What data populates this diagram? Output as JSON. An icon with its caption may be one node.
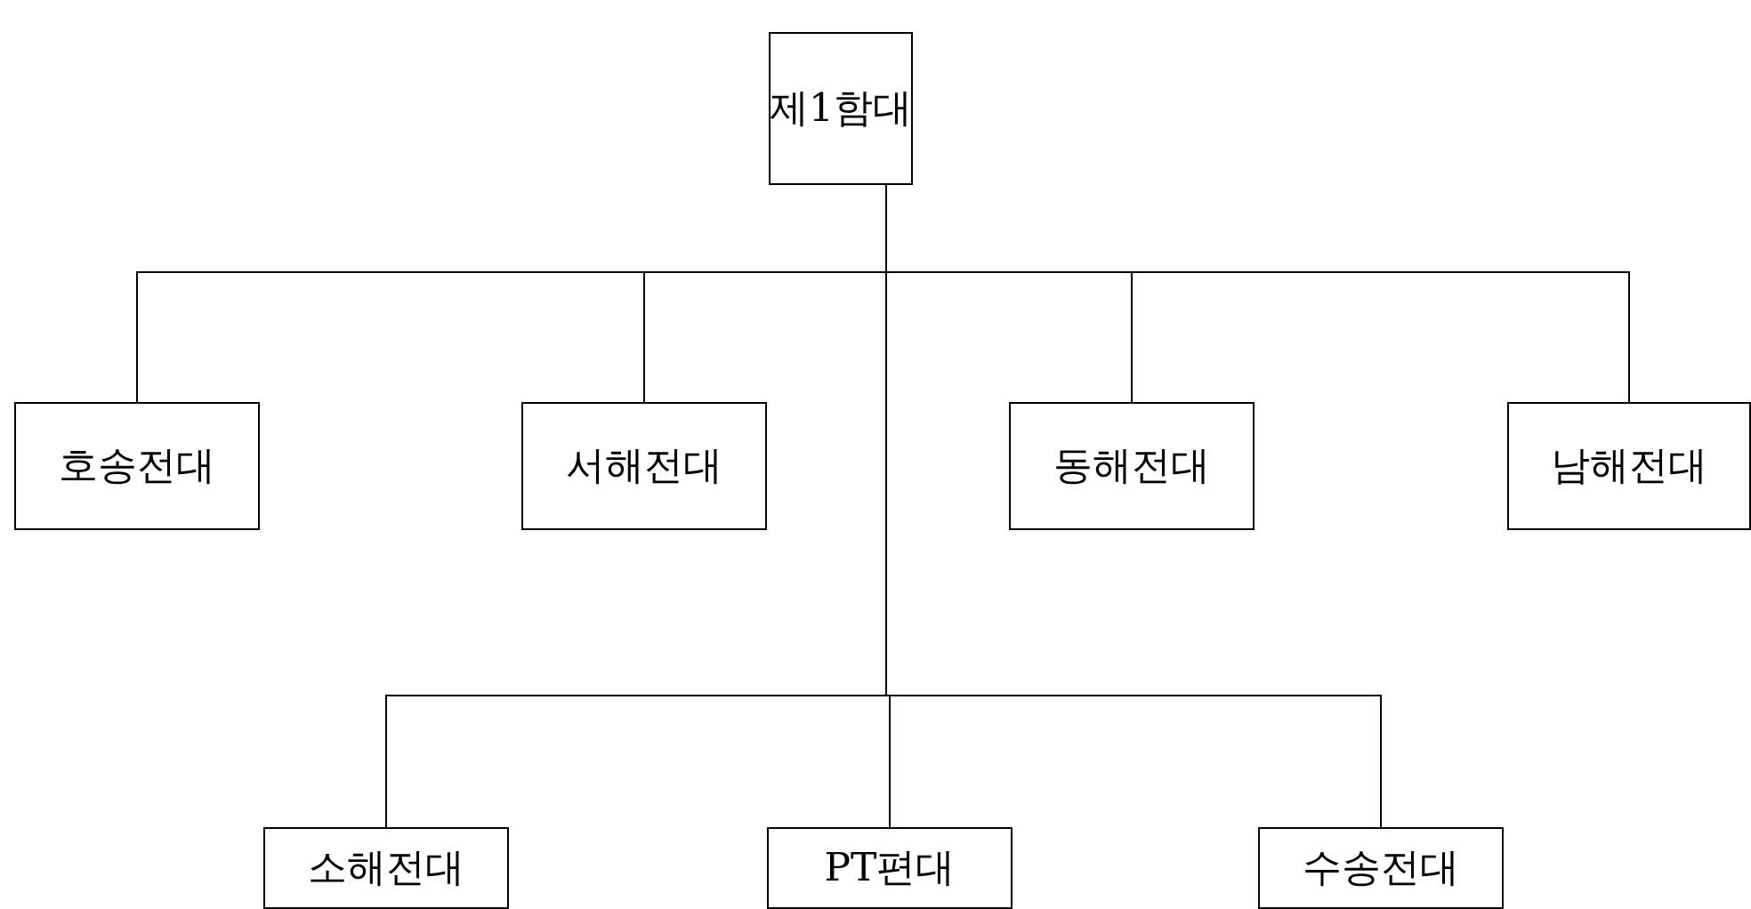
{
  "diagram": {
    "nodes": [
      {
        "text": [
          "제1함대"
        ]
      },
      {
        "text": [
          "호송전대"
        ]
      },
      {
        "text": [
          "서해전대"
        ]
      },
      {
        "text": [
          "동해전대"
        ]
      },
      {
        "text": [
          "남해전대"
        ]
      },
      {
        "text": [
          "소해전대"
        ]
      },
      {
        "text": [
          "PT편대"
        ]
      },
      {
        "text": [
          "수송전대"
        ]
      }
    ],
    "edges": [
      {
        "from": 0,
        "to": 1,
        "arrow": "none"
      },
      {
        "from": 0,
        "to": 2,
        "arrow": "none"
      },
      {
        "from": 0,
        "to": 3,
        "arrow": "none"
      },
      {
        "from": 0,
        "to": 4,
        "arrow": "none"
      },
      {
        "from": 0,
        "to": 5,
        "arrow": "none"
      },
      {
        "from": 0,
        "to": 6,
        "arrow": "none"
      },
      {
        "from": 0,
        "to": 7,
        "arrow": "none"
      }
    ]
  }
}
